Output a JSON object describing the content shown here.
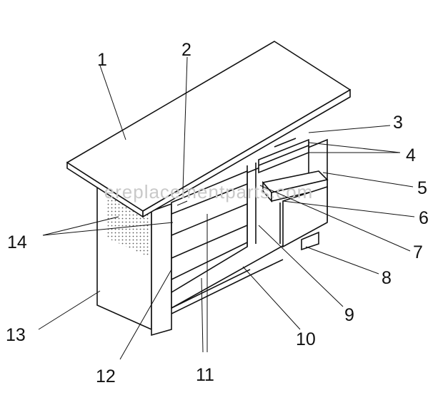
{
  "watermark": "ereplacementparts.com",
  "callouts": [
    {
      "id": "1",
      "text": "1"
    },
    {
      "id": "2",
      "text": "2"
    },
    {
      "id": "3",
      "text": "3"
    },
    {
      "id": "4",
      "text": "4"
    },
    {
      "id": "5",
      "text": "5"
    },
    {
      "id": "6",
      "text": "6"
    },
    {
      "id": "7",
      "text": "7"
    },
    {
      "id": "8",
      "text": "8"
    },
    {
      "id": "9",
      "text": "9"
    },
    {
      "id": "10",
      "text": "10"
    },
    {
      "id": "11",
      "text": "11"
    },
    {
      "id": "12",
      "text": "12"
    },
    {
      "id": "13",
      "text": "13"
    },
    {
      "id": "14",
      "text": "14"
    }
  ]
}
